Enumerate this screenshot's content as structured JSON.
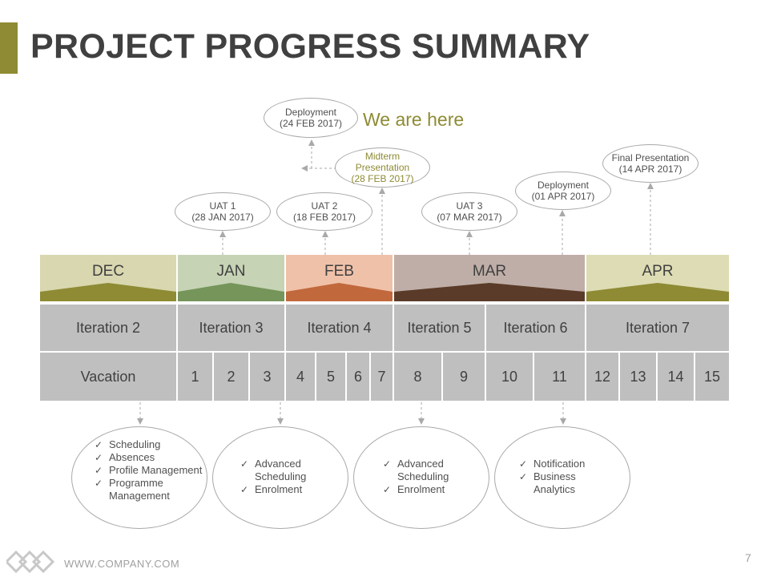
{
  "title": "PROJECT PROGRESS SUMMARY",
  "we_are_here": "We are here",
  "milestones": {
    "deployment_feb": [
      "Deployment",
      "(24 FEB 2017)"
    ],
    "midterm": [
      "Midterm",
      "Presentation",
      "(28 FEB 2017)"
    ],
    "uat1": [
      "UAT 1",
      "(28 JAN 2017)"
    ],
    "uat2": [
      "UAT 2",
      "(18 FEB 2017)"
    ],
    "uat3": [
      "UAT 3",
      "(07 MAR 2017)"
    ],
    "deployment_apr": [
      "Deployment",
      "(01 APR 2017)"
    ],
    "final": [
      "Final Presentation",
      "(14 APR 2017)"
    ]
  },
  "months": [
    "DEC",
    "JAN",
    "FEB",
    "MAR",
    "APR"
  ],
  "month_colors": {
    "DEC": {
      "band": "#d9d7b0",
      "peak": "#8e8b34"
    },
    "JAN": {
      "band": "#c6d3b5",
      "peak": "#75955a"
    },
    "FEB": {
      "band": "#f0c1a9",
      "peak": "#c1693c"
    },
    "MAR": {
      "band": "#bfaea7",
      "peak": "#5a3b29"
    },
    "APR": {
      "band": "#dedcb4",
      "peak": "#8e8b34"
    }
  },
  "iterations": [
    "Iteration 2",
    "Iteration 3",
    "Iteration 4",
    "Iteration 5",
    "Iteration 6",
    "Iteration 7"
  ],
  "weeks": [
    "Vacation",
    "1",
    "2",
    "3",
    "4",
    "5",
    "6",
    "7",
    "8",
    "9",
    "10",
    "11",
    "12",
    "13",
    "14",
    "15"
  ],
  "bubbles": [
    [
      "Scheduling",
      "Absences",
      "Profile Management",
      "Programme Management"
    ],
    [
      "Advanced Scheduling",
      "Enrolment"
    ],
    [
      "Advanced Scheduling",
      "Enrolment"
    ],
    [
      "Notification",
      "Business Analytics"
    ]
  ],
  "footer": {
    "url": "WWW.COMPANY.COM",
    "page": "7"
  },
  "colors": {
    "accent": "#8e8b34",
    "cell": "#bfbfbf",
    "connector": "#a9a9a9"
  },
  "icons": {
    "logo": "diamond-chain-logo-icon",
    "check": "check-icon"
  }
}
